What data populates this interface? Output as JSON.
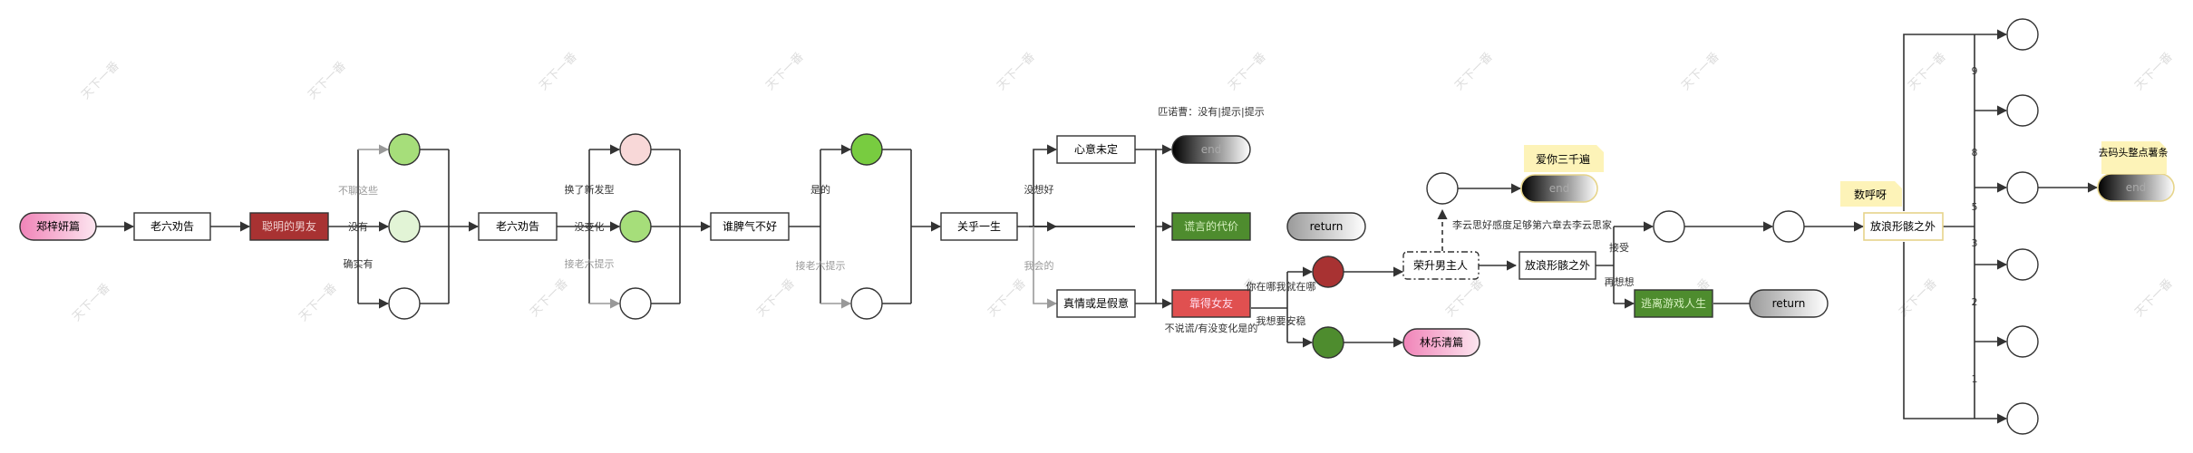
{
  "watermark": "天下一番",
  "nodes": {
    "start": "郑梓妍篇",
    "n1": "老六劝告",
    "n2": "聪明的男友",
    "n3": "老六劝告",
    "n4": "谁脾气不好",
    "n5": "关乎一生",
    "n6": "心意未定",
    "n7": "真情或是假意",
    "end1": "end",
    "ev1": "谎言的代价",
    "ret1": "return",
    "ev2": "靠得女友",
    "n8": "荣升男主人",
    "lin": "林乐清篇",
    "n9": "放浪形骸之外",
    "ev3": "逃离游戏人生",
    "ret2": "return",
    "end2": "end",
    "n10": "放浪形骸之外",
    "end3": "end"
  },
  "notes": {
    "note1": "爱你三千遍",
    "note2": "数呼呀",
    "note3": "去码头整点薯条"
  },
  "labels": {
    "l1": "不聊这些",
    "l2": "没有",
    "l3": "确实有",
    "l4": "换了新发型",
    "l5": "没变化",
    "l6": "接老六提示",
    "l7": "是的",
    "l8": "接老六提示",
    "l9": "没想好",
    "l10": "我会的",
    "l11": "匹诺曹：没有|提示|提示",
    "l12": "不说谎/有没变化是的",
    "l13": "你在哪我就在哪",
    "l14": "我想要安稳",
    "l15": "李云思好感度足够第六章去李云思家",
    "l16": "接受",
    "l17": "再想想",
    "n9a": "9",
    "n8a": "8",
    "n5a": "5",
    "n3a": "3",
    "n2a": "2",
    "n1a": "1"
  },
  "colors": {
    "pink_start": "#f4a8c8",
    "dark_red": "#a83232",
    "red": "#e05050",
    "green": "#4e8c2e",
    "light_green_1": "#a6de7a",
    "light_green_2": "#e2f4d6",
    "light_pink": "#f8d8d8",
    "bright_green": "#78cc40",
    "note_yellow": "#fdf3b8"
  }
}
